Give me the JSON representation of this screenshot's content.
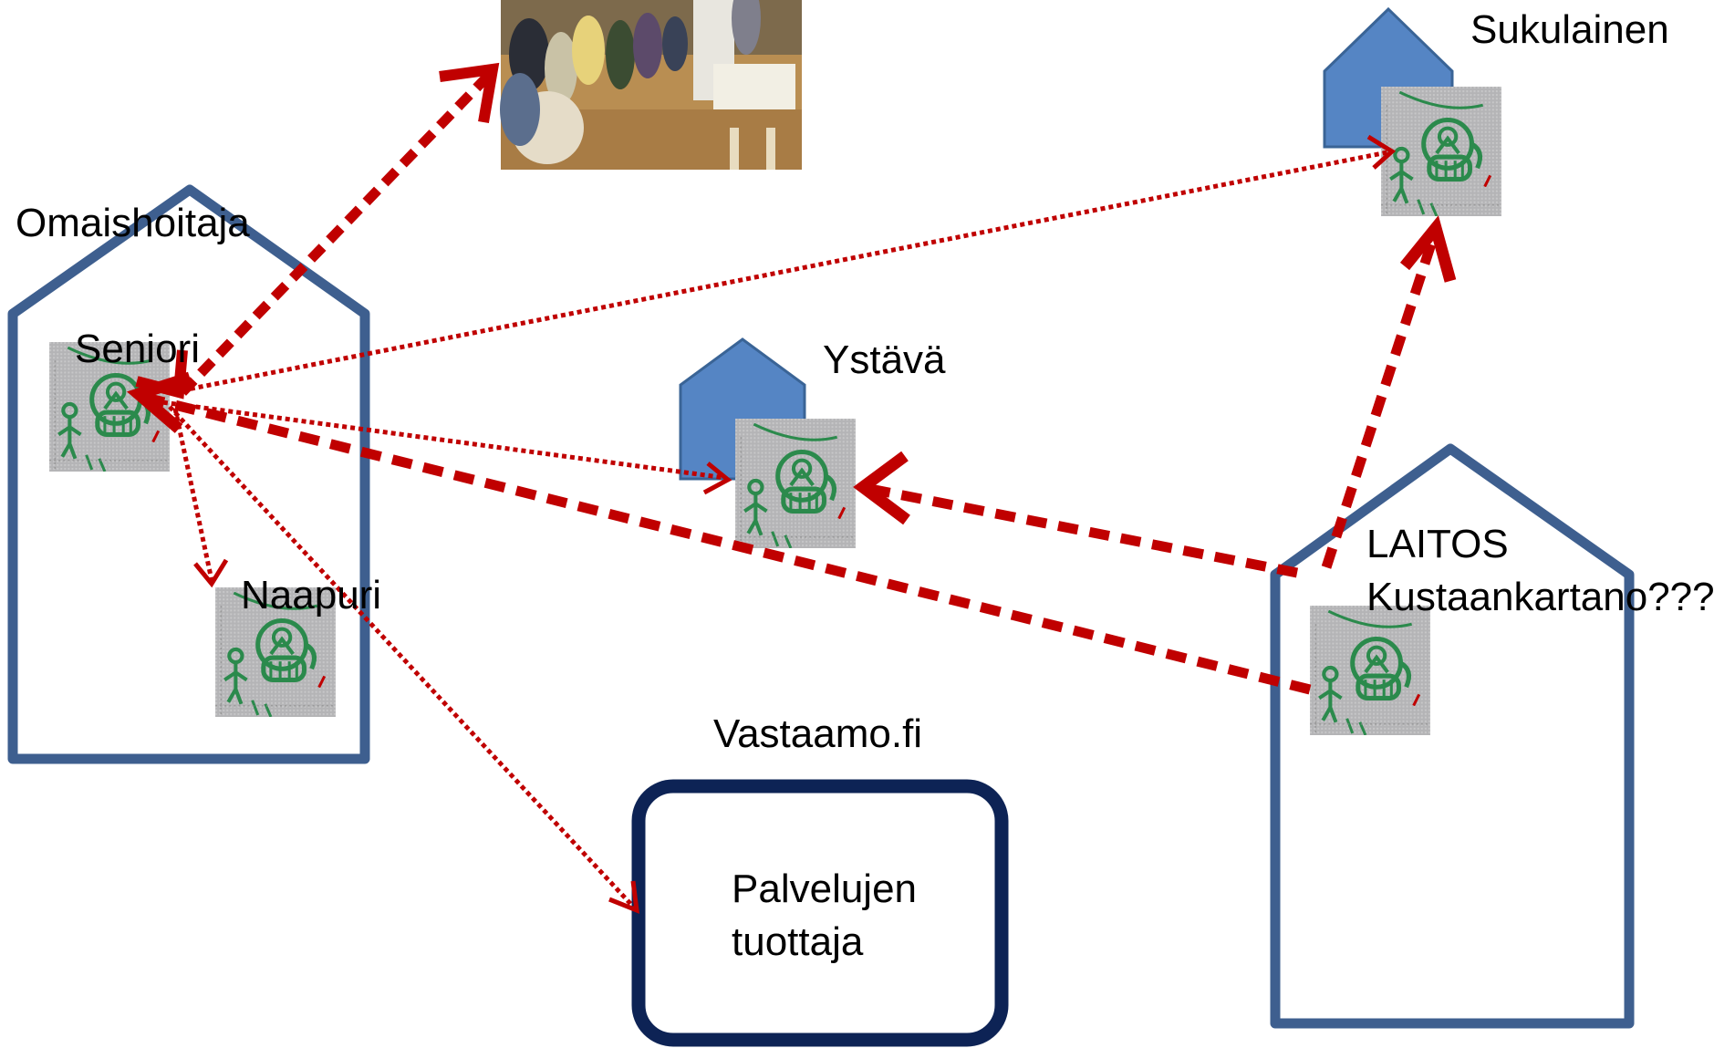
{
  "labels": {
    "omaishoitaja": "Omaishoitaja",
    "seniori": "Seniori",
    "naapuri": "Naapuri",
    "ystava": "Ystävä",
    "sukulainen": "Sukulainen",
    "laitos_line1": "LAITOS",
    "laitos_line2": "Kustaankartano???",
    "vastaamo": "Vastaamo.fi",
    "provider_line1": "Palvelujen",
    "provider_line2": "tuottaja"
  },
  "colors": {
    "house_outline": "#3e5f8f",
    "small_house_fill": "#5585c4",
    "small_house_stroke": "#3a6496",
    "arrow": "#c00000",
    "provider_box": "#0d2355",
    "avatar_bg": "#b4b4b6",
    "avatar_ink": "#2b8a4c"
  },
  "icons": {
    "avatar": "robot-doodle-icon",
    "photo": "meeting-photo"
  }
}
